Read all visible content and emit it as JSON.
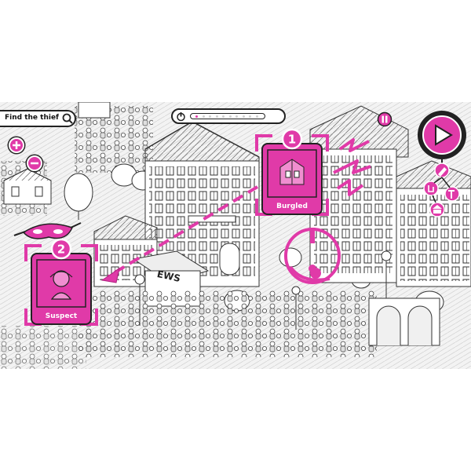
{
  "hud": {
    "task_label": "Find the thief",
    "zoom_in_symbol": "+",
    "zoom_out_symbol": "−",
    "progress": {
      "total_steps": 10,
      "active_step": 1
    },
    "pause_symbol": "II"
  },
  "clues": [
    {
      "number": "1",
      "label": "Burgled"
    },
    {
      "number": "2",
      "label": "Suspect"
    }
  ],
  "scene": {
    "shop_sign": "EWS",
    "exclamation": "!"
  },
  "radial_menu": {
    "items": [
      "play-icon",
      "pencil-icon",
      "hand-icon",
      "hammer-icon",
      "landmark-icon"
    ]
  },
  "colors": {
    "accent": "#e03aa8",
    "accent_dark": "#b0217f",
    "ink": "#222222",
    "paper": "#ffffff"
  }
}
